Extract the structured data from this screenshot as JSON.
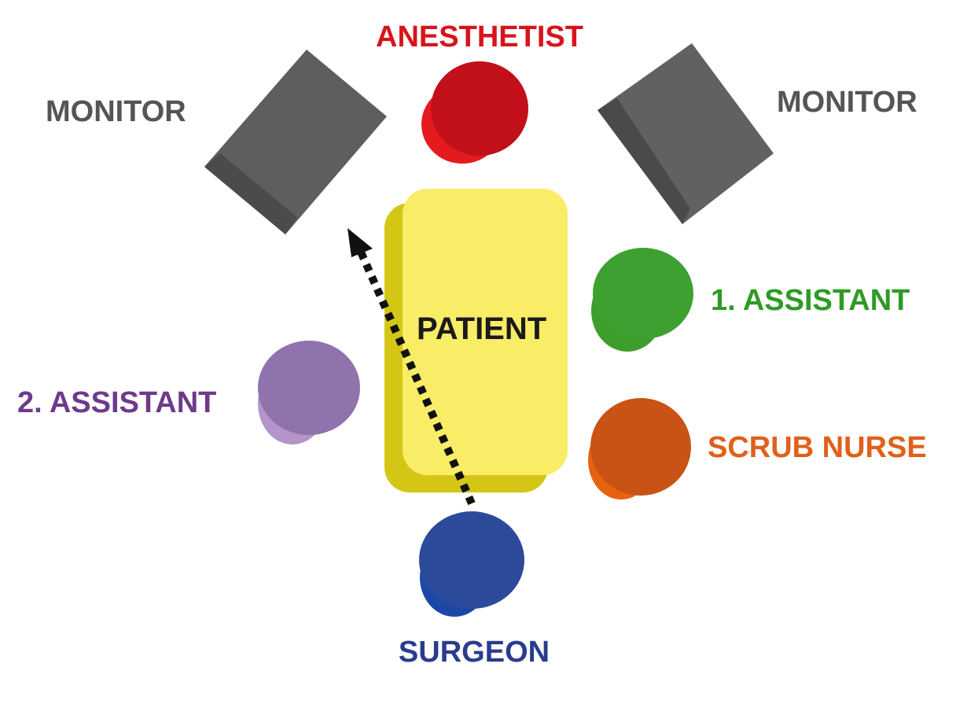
{
  "labels": {
    "anesthetist": "ANESTHETIST",
    "monitor_left": "MONITOR",
    "monitor_right": "MONITOR",
    "patient": "PATIENT",
    "assistant_1": "1. ASSISTANT",
    "assistant_2": "2. ASSISTANT",
    "scrub_nurse": "SCRUB NURSE",
    "surgeon": "SURGEON"
  },
  "colors": {
    "anesthetist": "#d7141c",
    "monitor": "#5a5a5a",
    "patient": "#f8e71c",
    "assistant_1": "#3ea12b",
    "assistant_2": "#8f72ac",
    "scrub_nurse": "#df5f16",
    "surgeon": "#2a4b9c",
    "arrow": "#111111"
  }
}
